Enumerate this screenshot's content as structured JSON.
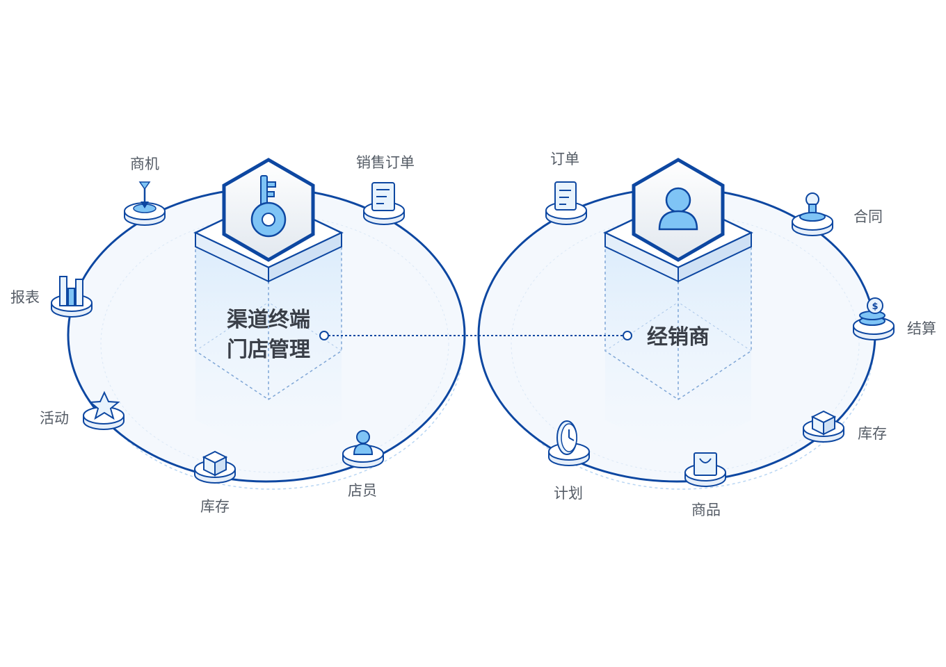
{
  "left": {
    "title_line1": "渠道终端",
    "title_line2": "门店管理",
    "nodes": {
      "opportunity": "商机",
      "sales_order": "销售订单",
      "report": "报表",
      "activity": "活动",
      "inventory": "库存",
      "staff": "店员"
    }
  },
  "right": {
    "title": "经销商",
    "nodes": {
      "order": "订单",
      "contract": "合同",
      "settlement": "结算",
      "inventory": "库存",
      "product": "商品",
      "plan": "计划"
    }
  },
  "colors": {
    "primary": "#0d47a1",
    "accent": "#4fa3e8",
    "light_fill": "#f4f8fd",
    "label": "#555c66"
  }
}
